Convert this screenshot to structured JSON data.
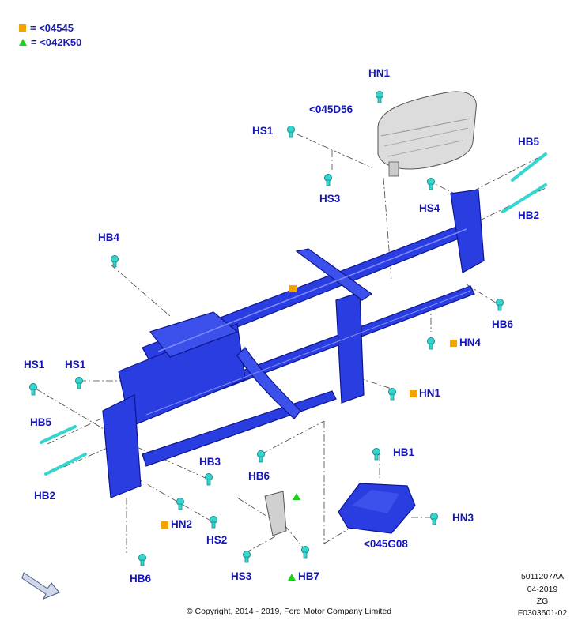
{
  "legend": [
    {
      "marker": "orange-square",
      "text": "= <04545"
    },
    {
      "marker": "green-triangle",
      "text": "= <042K50"
    }
  ],
  "callouts": {
    "hn1_top": "HN1",
    "c045d56": "<045D56",
    "hs1_top": "HS1",
    "hs3_top": "HS3",
    "hs4": "HS4",
    "hb5_right": "HB5",
    "hb2_right": "HB2",
    "hb4": "HB4",
    "hb6_right": "HB6",
    "hn4": "HN4",
    "hn1_mid": "HN1",
    "hs1_left": "HS1",
    "hs1_left2": "HS1",
    "hb5_left": "HB5",
    "hb2_left": "HB2",
    "hb3": "HB3",
    "hb6_mid": "HB6",
    "hn2": "HN2",
    "hs2": "HS2",
    "hb6_bottom": "HB6",
    "hs3_bottom": "HS3",
    "hb7": "HB7",
    "hb1": "HB1",
    "hn3": "HN3",
    "c045g08": "<045G08"
  },
  "meta": {
    "part_number": "5011207AA",
    "date": "04-2019",
    "code": "ZG",
    "figure_id": "F0303601-02"
  },
  "copyright": "© Copyright, 2014 - 2019, Ford Motor Company Limited",
  "colors": {
    "frame": "#2a3de0",
    "frame_dark": "#1822a8",
    "fastener": "#35d6cf",
    "callout_text": "#1515c0",
    "legend_square": "#f5a300",
    "legend_triangle": "#1bd21b",
    "airbag": "#d9d9d9"
  },
  "icons": [
    "orientation-arrow-icon",
    "fastener-icon"
  ]
}
